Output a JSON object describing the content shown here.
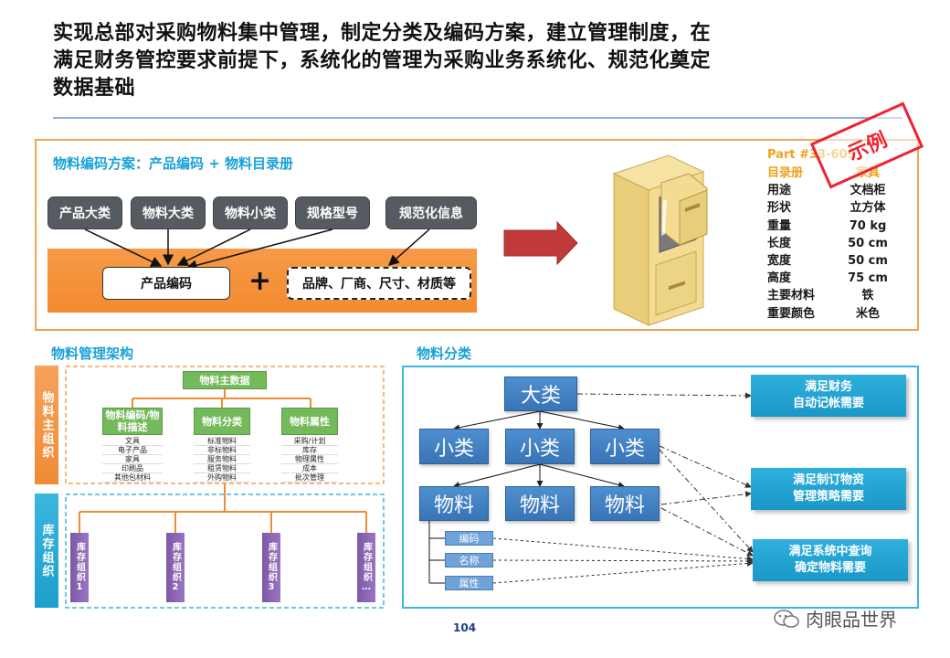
{
  "headline": {
    "line1": "实现总部对采购物料集中管理，制定分类及编码方案，建立管理制度，在",
    "line2": "满足财务管控要求前提下，系统化的管理为采购业务系统化、规范化奠定",
    "line3": "数据基础"
  },
  "encoding": {
    "title": "物料编码方案：产品编码 + 物料目录册",
    "attributes": [
      "产品大类",
      "物料大类",
      "物料小类",
      "规格型号",
      "规范化信息"
    ],
    "product_code": "产品编码",
    "plus": "+",
    "extra_info": "品牌、厂商、尺寸、材质等"
  },
  "catalog": {
    "part": "Part #33-609",
    "header_key": "目录册",
    "header_val": "家具",
    "rows": [
      {
        "k": "用途",
        "v": "文档柜"
      },
      {
        "k": "形状",
        "v": "立方体"
      },
      {
        "k": "重量",
        "v": "70 kg"
      },
      {
        "k": "长度",
        "v": "50 cm"
      },
      {
        "k": "宽度",
        "v": "50 cm"
      },
      {
        "k": "高度",
        "v": "75 cm"
      },
      {
        "k": "主要材料",
        "v": "铁"
      },
      {
        "k": "重要颜色",
        "v": "米色"
      }
    ],
    "stamp": "示例"
  },
  "architecture": {
    "title": "物料管理架构",
    "master_label": "物料主组织",
    "inventory_label": "库存组织",
    "root": "物料主数据",
    "branches": [
      {
        "name": "物料编码/物料描述",
        "items": [
          "文具",
          "电子产品",
          "家具",
          "印刷品",
          "其他包材料"
        ]
      },
      {
        "name": "物料分类",
        "items": [
          "标准物料",
          "非标物料",
          "服务物料",
          "租赁物料",
          "外购物料"
        ]
      },
      {
        "name": "物料属性",
        "items": [
          "采购/计划",
          "库存",
          "物理属性",
          "成本",
          "批次管理"
        ]
      }
    ],
    "orgs": [
      "库存组织1",
      "库存组织2",
      "库存组织3",
      "库存组织…"
    ]
  },
  "classification": {
    "title": "物料分类",
    "major": "大类",
    "minors": [
      "小类",
      "小类",
      "小类"
    ],
    "materials": [
      "物料",
      "物料",
      "物料"
    ],
    "attrs": [
      "编码",
      "名称",
      "属性"
    ],
    "needs": [
      {
        "l1": "满足财务",
        "l2": "自动记帐需要"
      },
      {
        "l1": "满足制订物资",
        "l2": "管理策略需要"
      },
      {
        "l1": "满足系统中查询",
        "l2": "确定物料需要"
      }
    ]
  },
  "footer": {
    "page": "104",
    "brand": "肉眼品世界"
  },
  "colors": {
    "accent_orange": "#f38a2f",
    "title_blue": "#1aa1d8",
    "node_blue": "#3874b6",
    "stamp_red": "#e22233"
  }
}
